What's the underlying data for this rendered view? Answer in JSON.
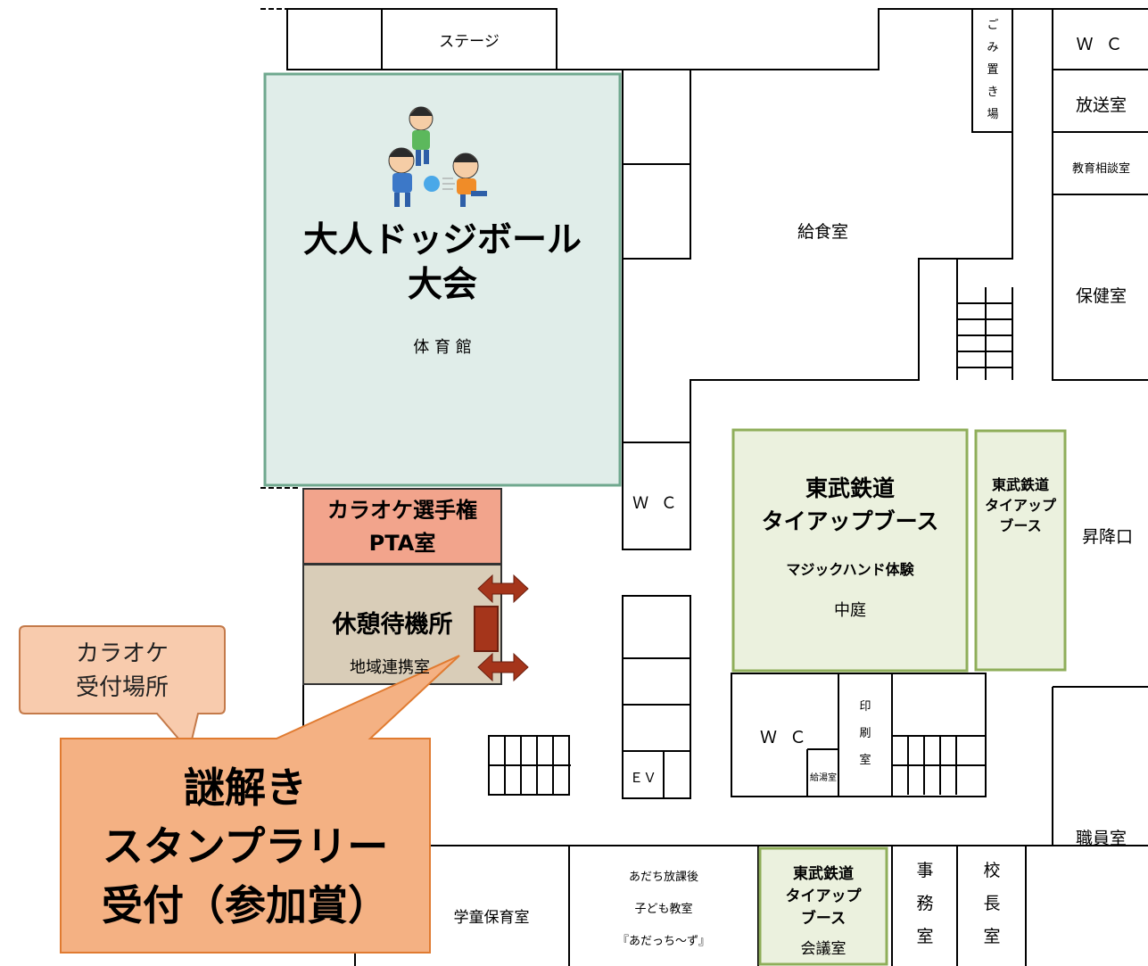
{
  "rooms": {
    "stage": "ステージ",
    "garbage": [
      "ご",
      "み",
      "置",
      "き",
      "場"
    ],
    "wc_top": "Ｗ Ｃ",
    "broadcast": "放送室",
    "counseling": "教育相談室",
    "kitchen": "給食室",
    "health": "保健室",
    "wc_mid": "Ｗ Ｃ",
    "elevator_hall": "昇降口",
    "ev": "ＥＶ",
    "wc_lower": "Ｗ Ｃ",
    "printing": [
      "印",
      "刷",
      "室"
    ],
    "hot_water": "給湯室",
    "staff_room": "職員室",
    "after_school": [
      "あだち放課後",
      "子ども教室",
      "『あだっち～ず』"
    ],
    "childcare": "学童保育室",
    "office": [
      "事",
      "務",
      "室"
    ],
    "principal": [
      "校",
      "長",
      "室"
    ]
  },
  "gym": {
    "event_title": "大人ドッジボール\n大会",
    "room_name": "体 育 館",
    "illustration": "dodgeball-players-illustration"
  },
  "karaoke": {
    "label": "カラオケ選手権\nPTA室"
  },
  "rest": {
    "title": "休憩待機所",
    "room_name": "地域連携室"
  },
  "tobu_courtyard": {
    "title": "東武鉄道\nタイアップブース",
    "subtitle": "マジックハンド体験",
    "room_name": "中庭"
  },
  "tobu_side": {
    "title": "東武鉄道\nタイアップ\nブース"
  },
  "tobu_meeting": {
    "title": "東武鉄道\nタイアップ\nブース",
    "room_name": "会議室"
  },
  "callouts": {
    "karaoke_reception": "カラオケ\n受付場所",
    "stamp_rally": "謎解き\nスタンプラリー\n受付（参加賞）"
  },
  "colors": {
    "gym_fill": "#e0ede9",
    "gym_border": "#6fa88e",
    "karaoke_fill": "#f2a48c",
    "rest_fill": "#d9cdb8",
    "booth_fill": "#ebf1de",
    "booth_border": "#8fae5a",
    "callout_fill": "#f4b183",
    "callout_border": "#e07b31",
    "callout_small_fill": "#f8cbad",
    "callout_small_border": "#c47a4a",
    "marker": "#a5351b"
  }
}
